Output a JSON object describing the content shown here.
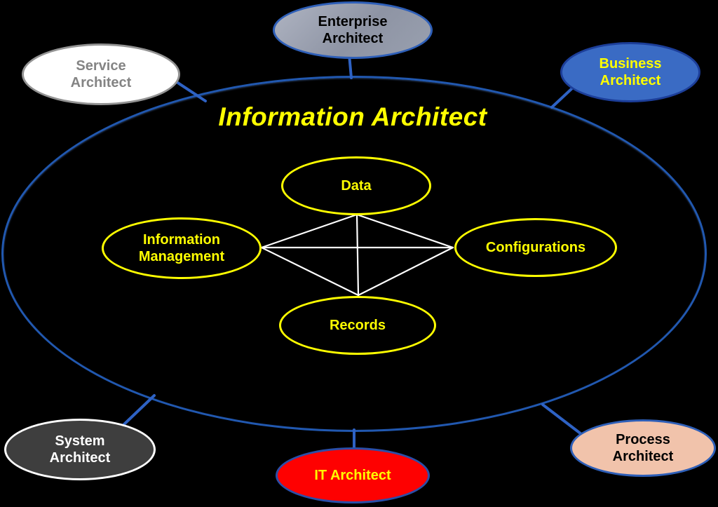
{
  "title": "Information Architect",
  "colors": {
    "background": "#000000",
    "main_ellipse_fill": "#000000",
    "main_ellipse_border": "#2158B0",
    "title_text": "#FFFF00",
    "inner_node_outline": "#FFFF00",
    "inner_node_text": "#FFFF00",
    "inner_link_line": "#FFFFFF",
    "satellite_link_line": "#2E62C4"
  },
  "inner": {
    "data": {
      "label": "Data"
    },
    "information_management": {
      "label": "Information Management"
    },
    "configurations": {
      "label": "Configurations"
    },
    "records": {
      "label": "Records"
    }
  },
  "satellites": {
    "enterprise": {
      "label": "Enterprise Architect",
      "fill": "#979DAC",
      "border": "#2E5FB8",
      "text": "#000000"
    },
    "service": {
      "label": "Service Architect",
      "fill": "#FFFFFF",
      "border": "#939393",
      "text": "#848484"
    },
    "business": {
      "label": "Business Architect",
      "fill": "#3A6BC4",
      "border": "#1C3E99",
      "text": "#FFFF00"
    },
    "system": {
      "label": "System Architect",
      "fill": "#3E3E3E",
      "border": "#FFFFFF",
      "text": "#FFFFFF"
    },
    "it": {
      "label": "IT Architect",
      "fill": "#FE0101",
      "border": "#2B4EA8",
      "text": "#FFFF00"
    },
    "process": {
      "label": "Process Architect",
      "fill": "#F1C3AB",
      "border": "#2E5FB8",
      "text": "#000000"
    }
  },
  "relationships": {
    "inner_mesh": [
      [
        "Data",
        "Information Management"
      ],
      [
        "Data",
        "Configurations"
      ],
      [
        "Data",
        "Records"
      ],
      [
        "Information Management",
        "Configurations"
      ],
      [
        "Information Management",
        "Records"
      ],
      [
        "Configurations",
        "Records"
      ]
    ],
    "satellites_linked_to": "Information Architect"
  }
}
